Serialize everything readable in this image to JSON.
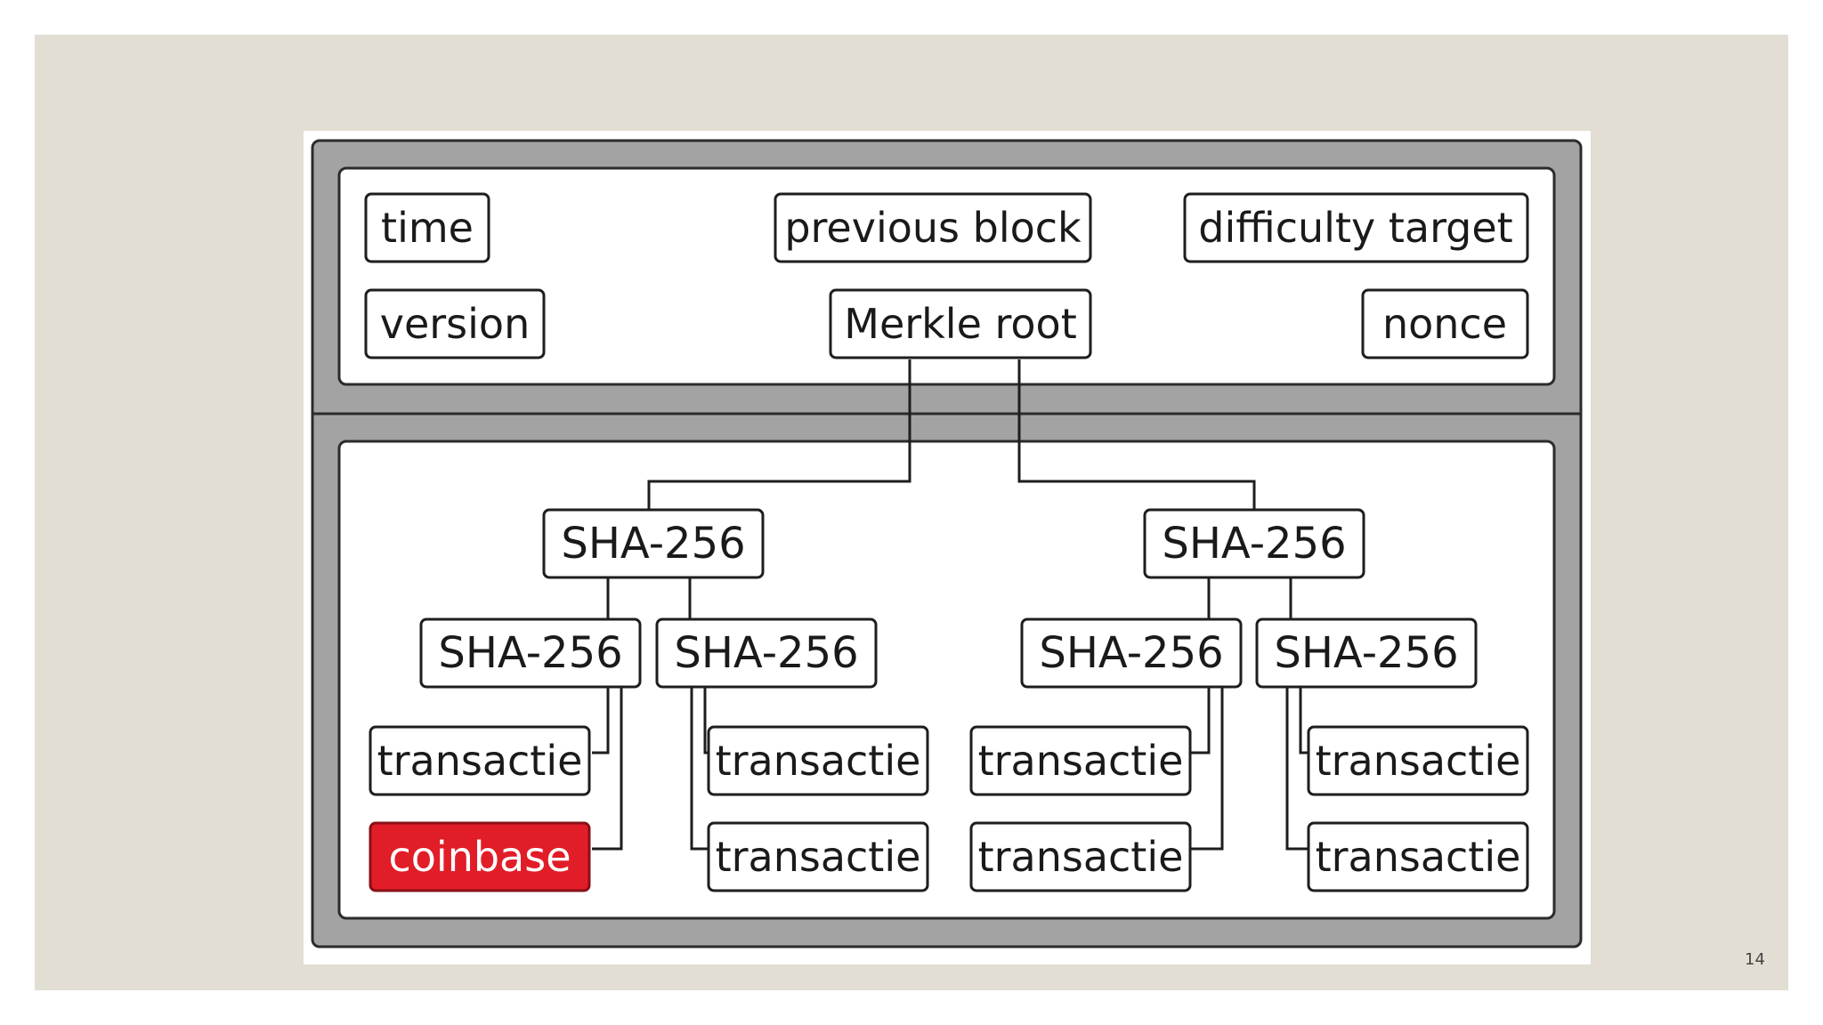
{
  "header_fields": {
    "time": "time",
    "previous_block": "previous block",
    "difficulty_target": "difficulty target",
    "version": "version",
    "merkle_root": "Merkle root",
    "nonce": "nonce"
  },
  "merkle_tree": {
    "hash_label": "SHA-256",
    "transaction_label": "transactie",
    "coinbase_label": "coinbase"
  },
  "colors": {
    "coinbase": "#e11d28",
    "frame": "#a3a3a3",
    "slide_background": "#e2ded4"
  },
  "page_number": "14"
}
